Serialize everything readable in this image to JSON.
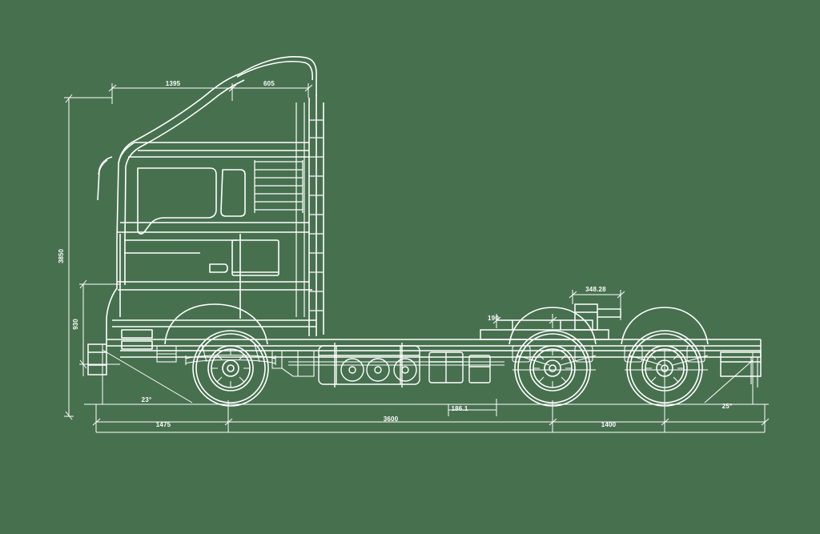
{
  "drawing": {
    "type": "technical-side-elevation",
    "subject": "Heavy truck tractor unit (6x2 tandem rear axle) side view",
    "background_color": "#47704f",
    "line_color": "#ffffff",
    "units": "mm"
  },
  "dimensions": {
    "cab_front_upper": "1395",
    "cab_rear_upper": "605",
    "overall_height": "3850",
    "frame_height": "930",
    "front_overhang": "1475",
    "wheelbase": "3600",
    "rear_axle_spread": "1400",
    "rear_detail_width": "190",
    "exhaust_height": "348.28",
    "rear_lower_offset": "186.1",
    "approach_angle": "23°",
    "departure_angle": "25°"
  },
  "labels": {
    "unit_note": "",
    "small_1": "",
    "small_2": ""
  }
}
